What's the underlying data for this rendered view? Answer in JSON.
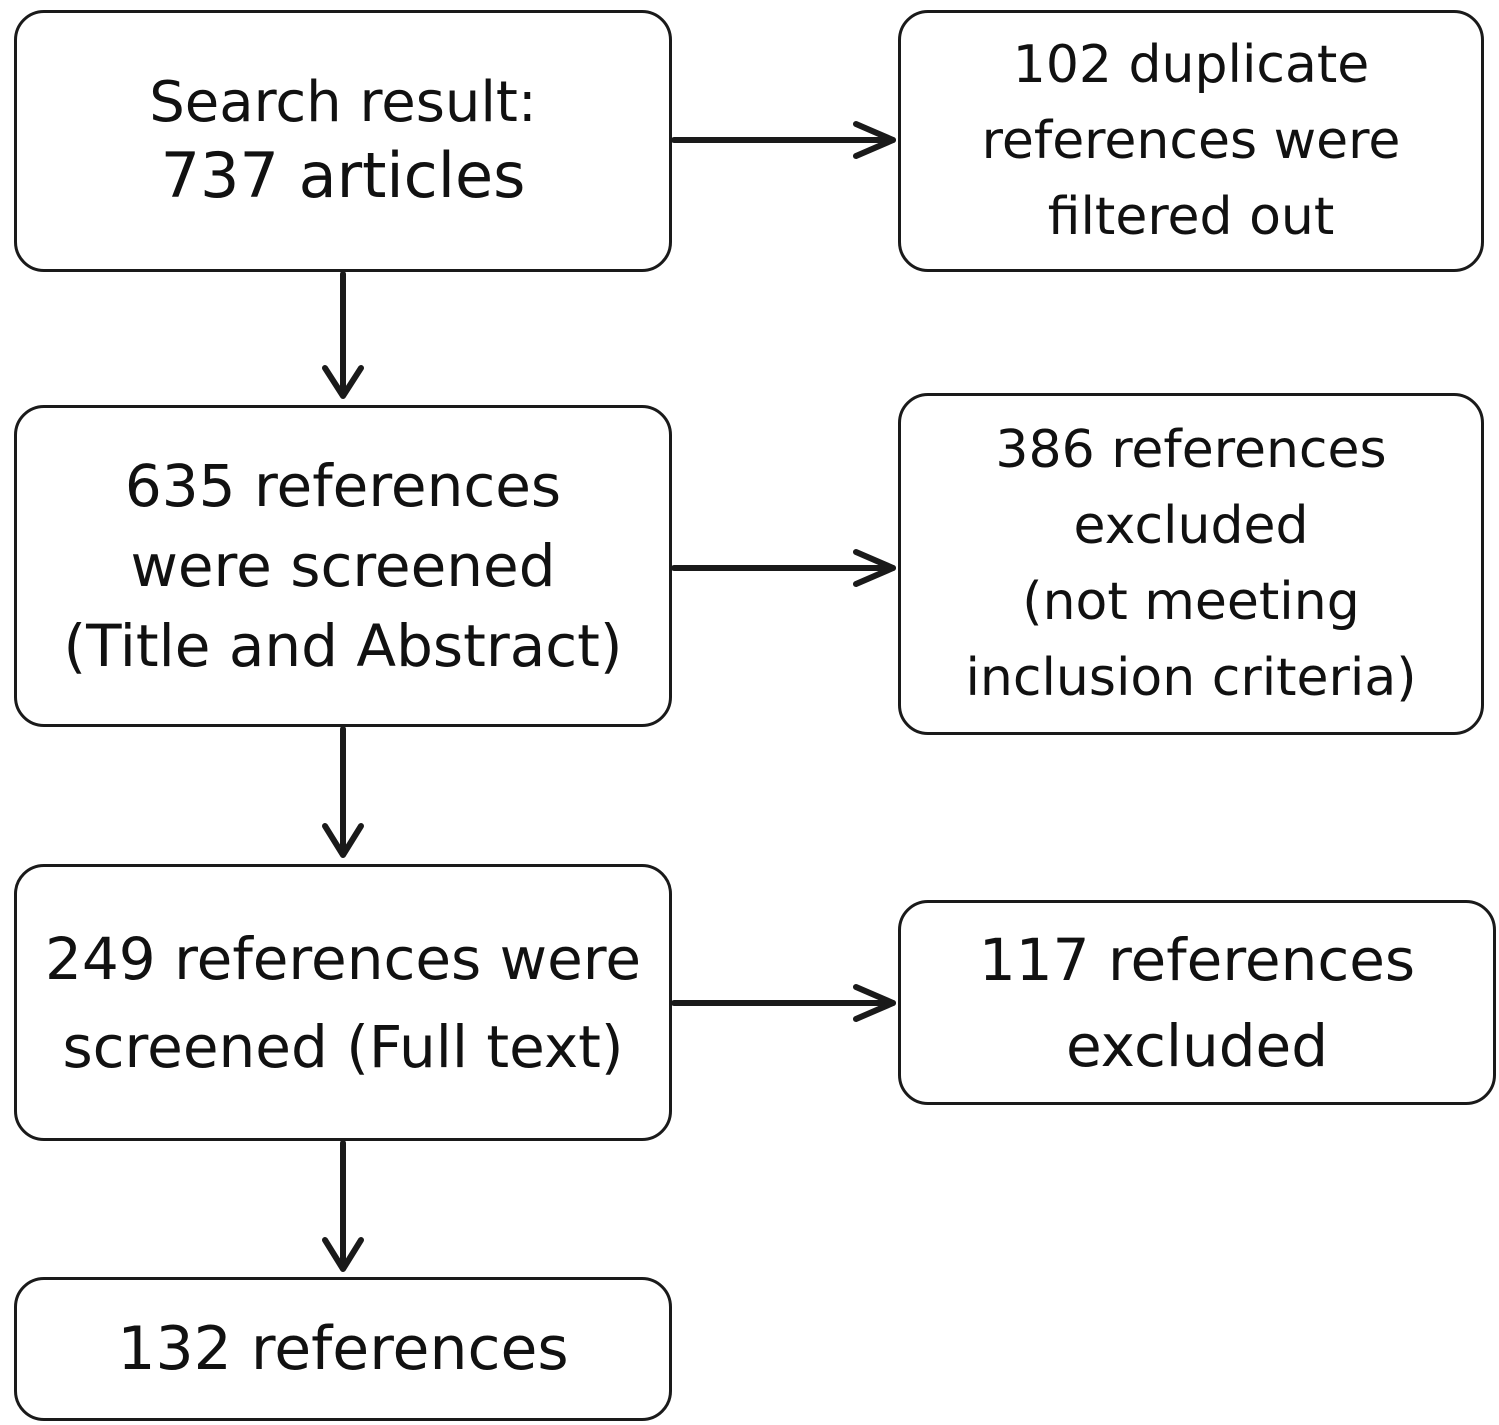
{
  "flow": {
    "search": {
      "lines": [
        "Search result:",
        "737 articles"
      ]
    },
    "duplicates": {
      "lines": [
        "102 duplicate",
        "references were",
        "filtered out"
      ]
    },
    "title_abstract": {
      "lines": [
        "635 references",
        "were screened",
        "(Title and Abstract)"
      ]
    },
    "excluded_criteria": {
      "lines": [
        "386 references",
        "excluded",
        "(not meeting",
        "inclusion criteria)"
      ]
    },
    "full_text": {
      "lines": [
        "249 references were",
        "screened (Full text)"
      ]
    },
    "excluded_full": {
      "lines": [
        "117 references",
        "excluded"
      ]
    },
    "final": {
      "lines": [
        "132 references"
      ]
    }
  }
}
